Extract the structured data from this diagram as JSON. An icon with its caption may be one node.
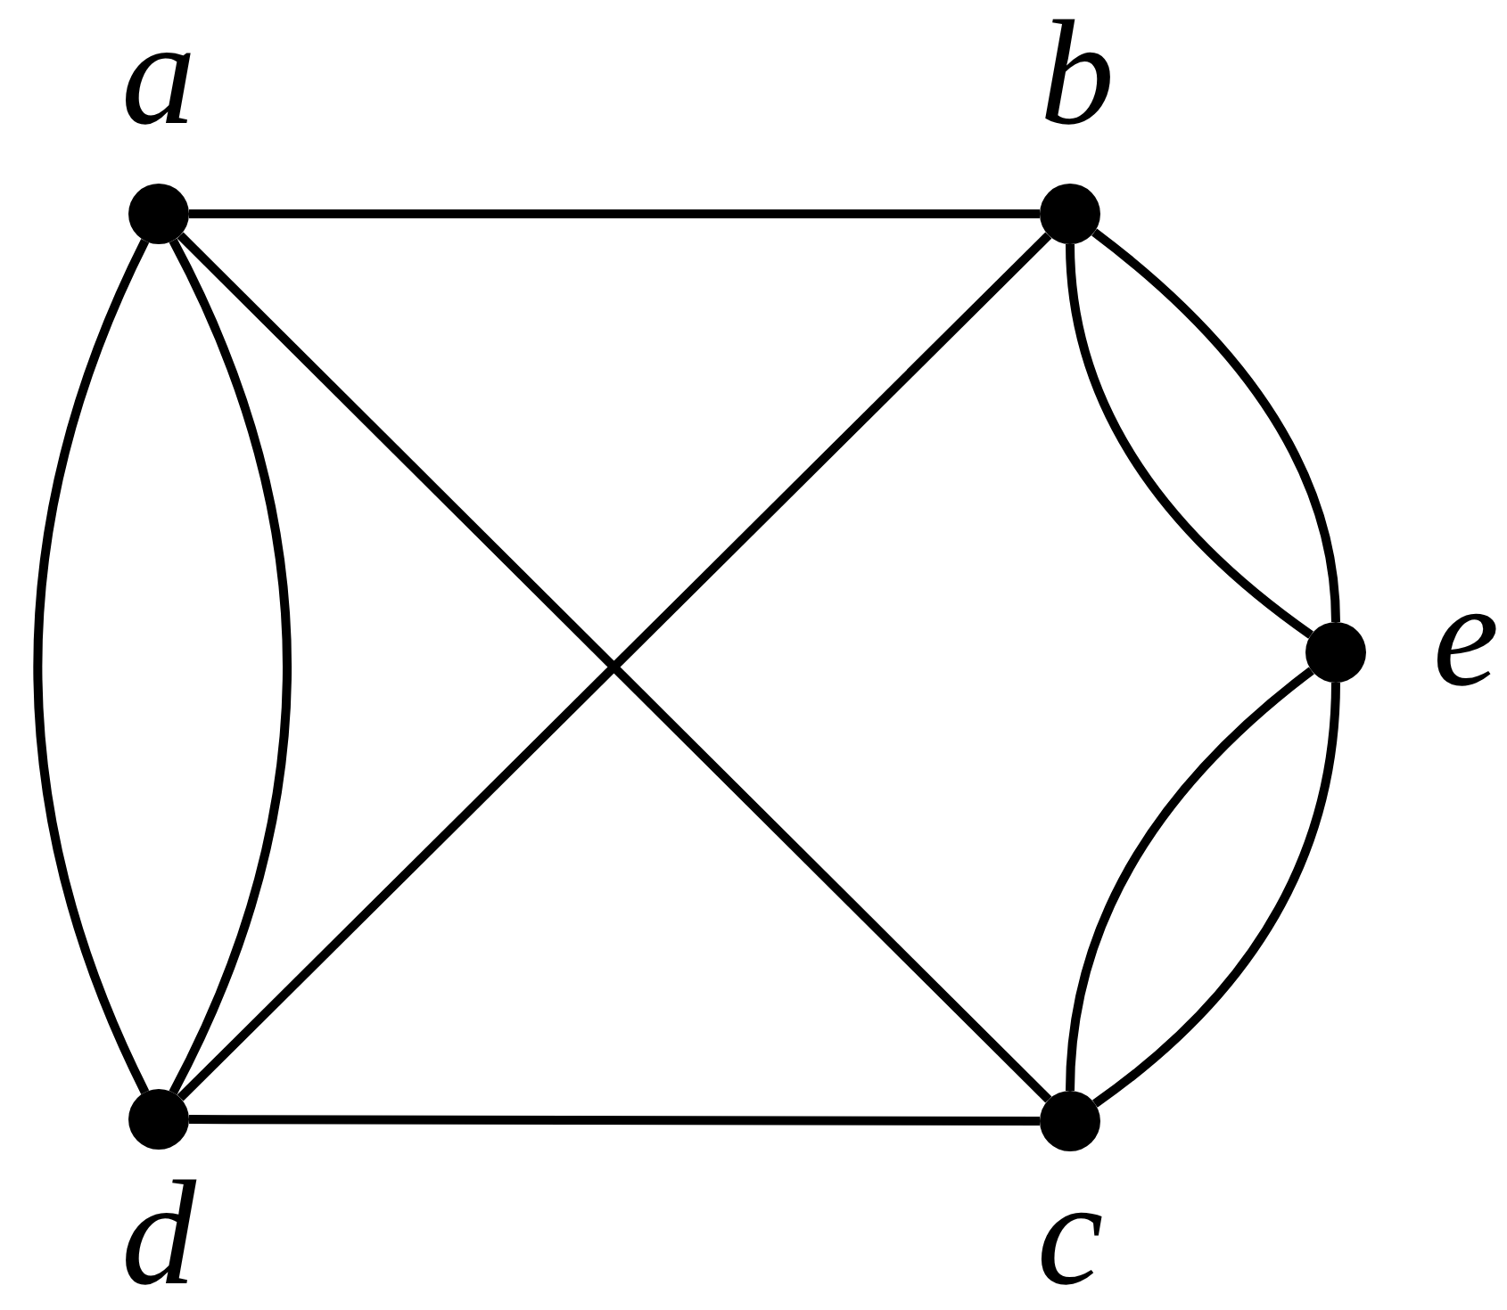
{
  "diagram": {
    "nodes": [
      {
        "text": [],
        "shape": "circle",
        "beside": [
          "a"
        ]
      },
      {
        "text": [],
        "shape": "circle",
        "beside": [
          "b"
        ]
      },
      {
        "text": [],
        "shape": "circle",
        "beside": [
          "e"
        ]
      },
      {
        "text": [],
        "shape": "circle",
        "beside": [
          "d"
        ]
      },
      {
        "text": [],
        "shape": "circle",
        "beside": [
          "c"
        ]
      }
    ],
    "edges": [
      {
        "from": 0,
        "to": 1,
        "arrow": "none"
      },
      {
        "from": 0,
        "to": 3,
        "arrow": "none"
      },
      {
        "from": 0,
        "to": 3,
        "arrow": "none"
      },
      {
        "from": 0,
        "to": 4,
        "arrow": "none"
      },
      {
        "from": 1,
        "to": 3,
        "arrow": "none"
      },
      {
        "from": 1,
        "to": 2,
        "arrow": "none"
      },
      {
        "from": 1,
        "to": 2,
        "arrow": "none"
      },
      {
        "from": 2,
        "to": 4,
        "arrow": "none"
      },
      {
        "from": 2,
        "to": 4,
        "arrow": "none"
      },
      {
        "from": 3,
        "to": 4,
        "arrow": "none"
      }
    ]
  }
}
